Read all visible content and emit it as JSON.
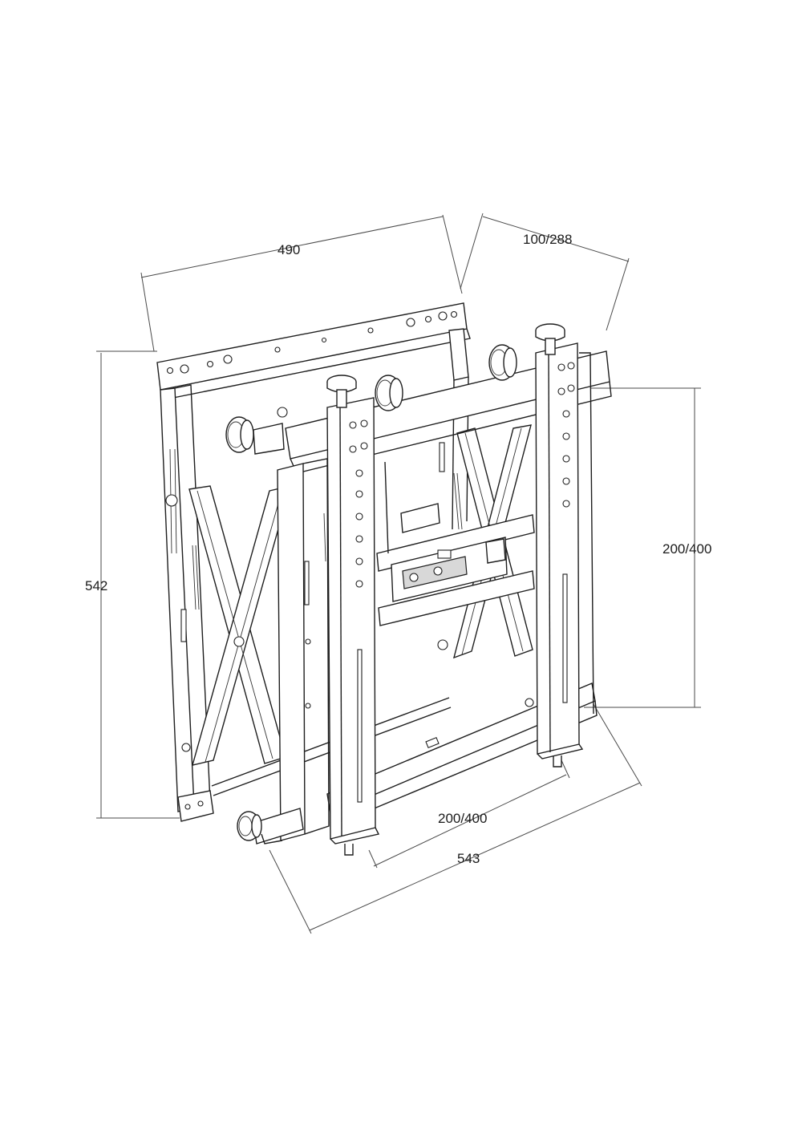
{
  "dimensions": {
    "top_width": "490",
    "depth": "100/288",
    "total_height": "542",
    "vesa_vertical": "200/400",
    "vesa_horizontal": "200/400",
    "total_width": "543"
  },
  "colors": {
    "line": "#1e1e1e",
    "dimension_line": "#4a4a4a",
    "background": "#ffffff"
  }
}
